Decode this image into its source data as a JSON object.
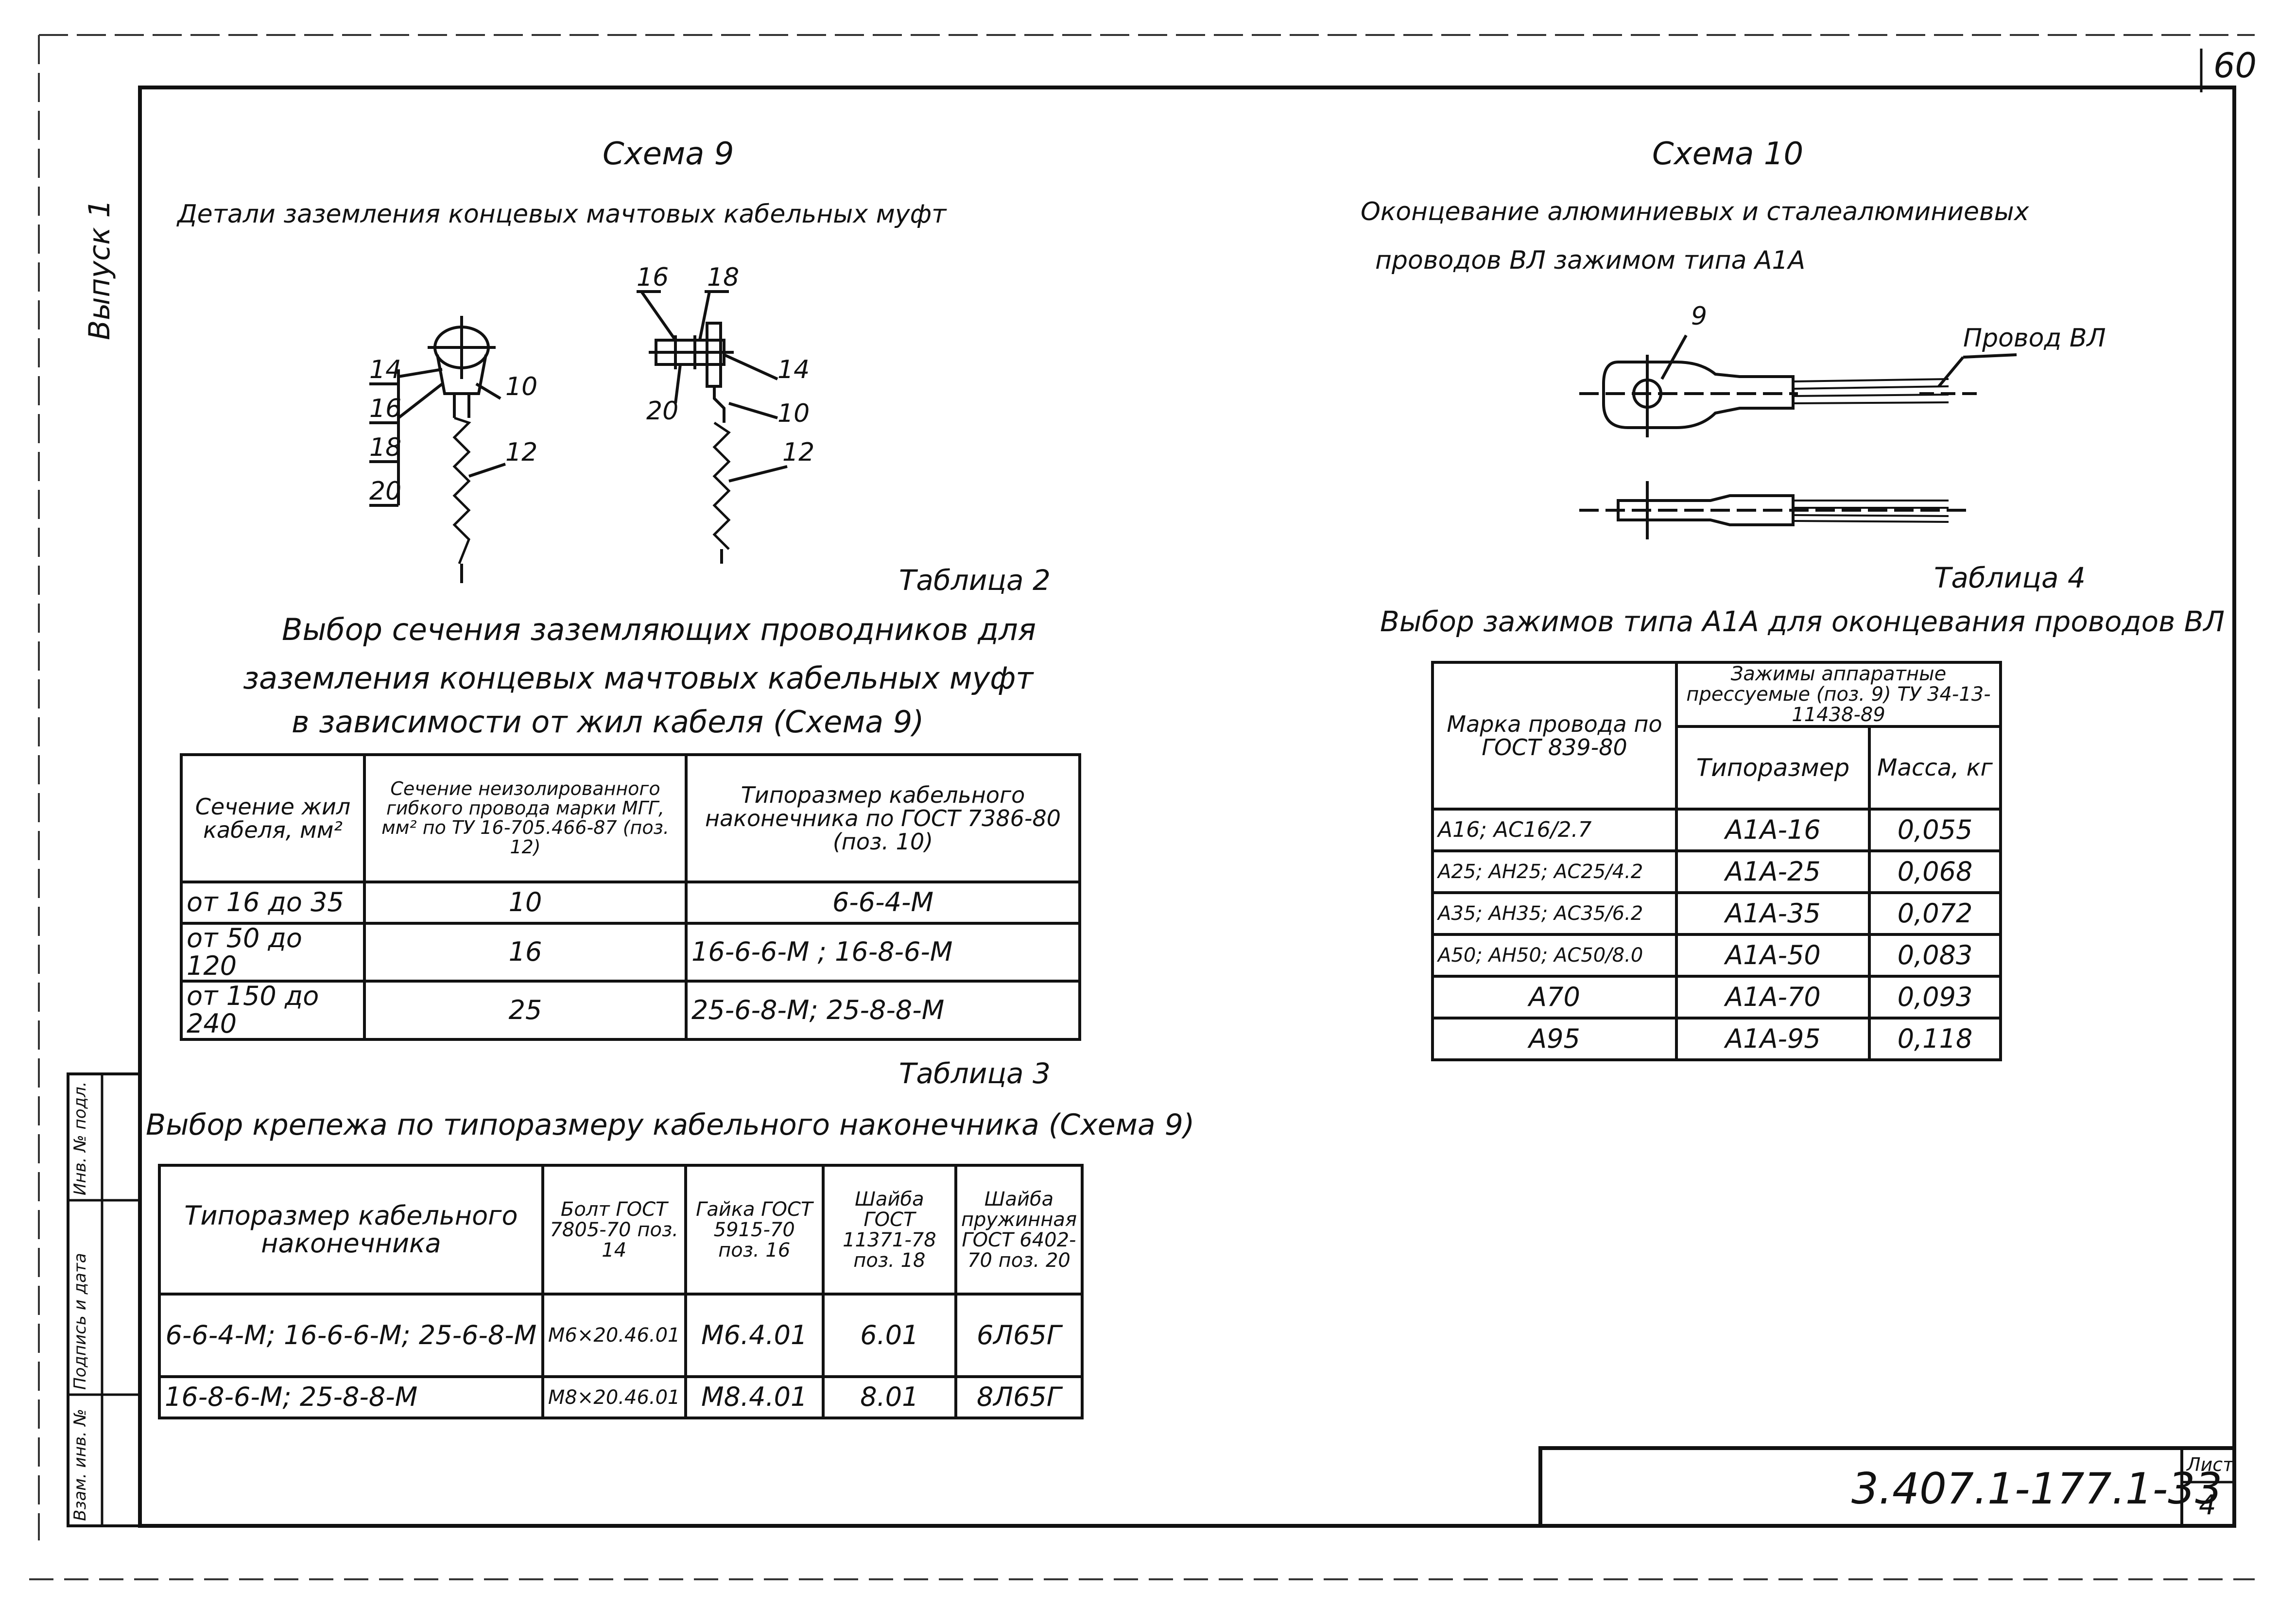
{
  "sheet": {
    "page_number": "60",
    "vypusk": "Выпуск 1",
    "doc_code": "3.407.1-177.1-33",
    "list_label": "Лист",
    "list_number": "4",
    "side_stamp": [
      "Инв. № подл.",
      "Подпись и дата",
      "Взам. инв. №"
    ]
  },
  "scheme9": {
    "title": "Схема 9",
    "desc": "Детали заземления концевых мачтовых кабельных муфт",
    "labels_left": [
      "14",
      "16",
      "18",
      "20",
      "10",
      "12"
    ],
    "labels_right": [
      "16",
      "18",
      "20",
      "14",
      "10",
      "12"
    ]
  },
  "scheme10": {
    "title": "Схема 10",
    "desc_line1": "Оконцевание алюминиевых и сталеалюминиевых",
    "desc_line2": "проводов ВЛ зажимом типа А1А",
    "label_pos": "9",
    "label_wire": "Провод ВЛ"
  },
  "table2": {
    "label": "Таблица 2",
    "title_line1": "Выбор сечения заземляющих проводников для",
    "title_line2": "заземления концевых мачтовых кабельных муфт",
    "title_line3": "в зависимости от жил кабеля (Схема 9)",
    "headers": [
      "Сечение жил кабеля, мм²",
      "Сечение неизолированного гибкого провода марки МГГ, мм² по ТУ 16-705.466-87 (поз. 12)",
      "Типоразмер кабельного наконечника по ГОСТ 7386-80 (поз. 10)"
    ],
    "rows": [
      [
        "от 16 до 35",
        "10",
        "6-6-4-М"
      ],
      [
        "от 50 до 120",
        "16",
        "16-6-6-М ;   16-8-6-М"
      ],
      [
        "от 150 до 240",
        "25",
        "25-6-8-М;   25-8-8-М"
      ]
    ]
  },
  "table3": {
    "label": "Таблица 3",
    "title": "Выбор крепежа по типоразмеру кабельного наконечника (Схема 9)",
    "headers": [
      "Типоразмер кабельного наконечника",
      "Болт ГОСТ 7805-70 поз. 14",
      "Гайка ГОСТ 5915-70 поз. 16",
      "Шайба ГОСТ 11371-78 поз. 18",
      "Шайба пружинная ГОСТ 6402-70 поз. 20"
    ],
    "rows": [
      [
        "6-6-4-М; 16-6-6-М;   25-6-8-М",
        "М6×20.46.01",
        "М6.4.01",
        "6.01",
        "6Л65Г"
      ],
      [
        "16-8-6-М;   25-8-8-М",
        "М8×20.46.01",
        "М8.4.01",
        "8.01",
        "8Л65Г"
      ]
    ]
  },
  "table4": {
    "label": "Таблица 4",
    "title": "Выбор зажимов типа А1А для оконцевания проводов ВЛ",
    "headers": {
      "mark": "Марка провода по ГОСТ 839-80",
      "group": "Зажимы аппаратные прессуемые (поз. 9) ТУ 34-13-11438-89",
      "size": "Типоразмер",
      "mass": "Масса, кг"
    },
    "rows": [
      [
        "А16; АС16/2.7",
        "А1А-16",
        "0,055"
      ],
      [
        "А25; АН25; АС25/4.2",
        "А1А-25",
        "0,068"
      ],
      [
        "А35; АН35; АС35/6.2",
        "А1А-35",
        "0,072"
      ],
      [
        "А50; АН50; АС50/8.0",
        "А1А-50",
        "0,083"
      ],
      [
        "А70",
        "А1А-70",
        "0,093"
      ],
      [
        "А95",
        "А1А-95",
        "0,118"
      ]
    ]
  }
}
